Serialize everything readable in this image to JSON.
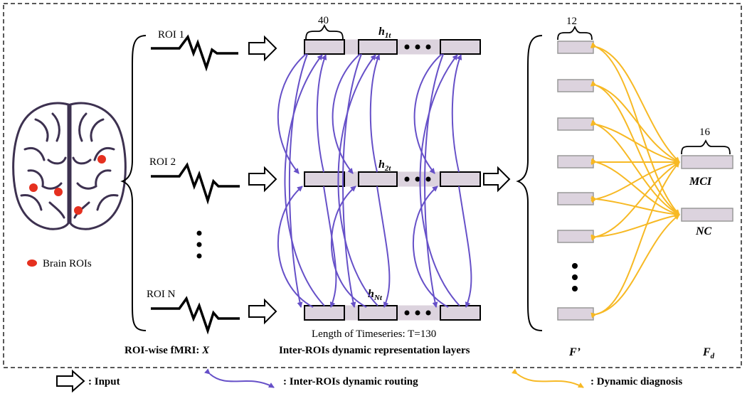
{
  "colors": {
    "box_fill": "#dcd3de",
    "routing_arrow": "#6650c8",
    "diagnosis_arrow": "#f7b924",
    "roi_dot": "#e5301f",
    "brain_outline": "#3d3150",
    "frame": "#222222"
  },
  "brain": {
    "legend_label": "Brain ROIs"
  },
  "rois": [
    {
      "label": "ROI 1"
    },
    {
      "label": "ROI 2"
    },
    {
      "label": "ROI N"
    }
  ],
  "input_panel": {
    "caption_text": "ROI-wise fMRI: ",
    "caption_symbol": "X"
  },
  "representation": {
    "block_width_label": "40",
    "h1_base": "h",
    "h1_sub": "1t",
    "h2_base": "h",
    "h2_sub": "2t",
    "hN_base": "h",
    "hN_sub": "Nt",
    "timeseries_label": "Length of  Timeseries: T=130",
    "caption": "Inter-ROIs dynamic representation layers"
  },
  "feature": {
    "width_label": "12",
    "caption": "F’"
  },
  "diagnosis": {
    "width_label": "16",
    "mci_label": "MCI",
    "nc_label": "NC",
    "caption_base": "F",
    "caption_sub": "d"
  },
  "legend": {
    "input_label": ": Input",
    "routing_label": ": Inter-ROIs dynamic routing",
    "diagnosis_label": ": Dynamic diagnosis"
  }
}
